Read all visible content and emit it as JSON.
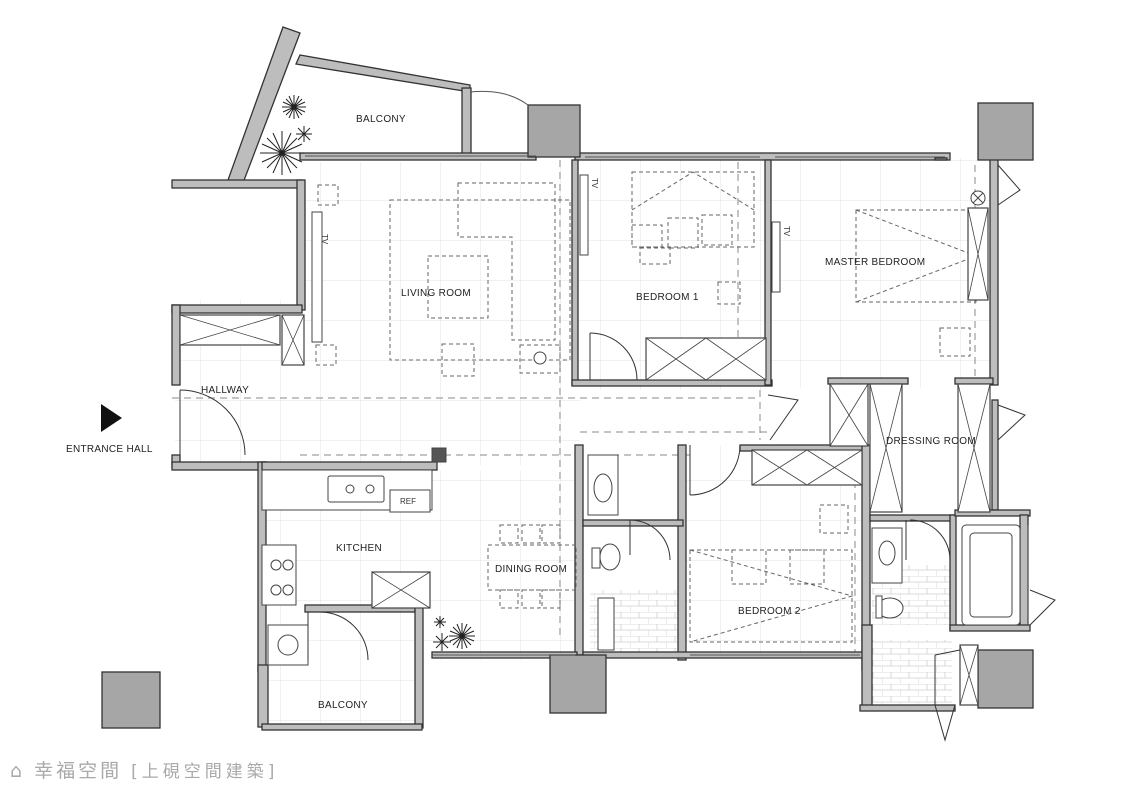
{
  "plan": {
    "rooms": {
      "balcony_top": "BALCONY",
      "living_room": "LIVING ROOM",
      "bedroom1": "BEDROOM 1",
      "master_bedroom": "MASTER BEDROOM",
      "hallway": "HALLWAY",
      "entrance_hall": "ENTRANCE HALL",
      "dressing_room": "DRESSING ROOM",
      "kitchen": "KITCHEN",
      "dining_room": "DINING ROOM",
      "bedroom2": "BEDROOM 2",
      "balcony_bottom": "BALCONY",
      "ref": "REF"
    },
    "tv_label": "TV"
  },
  "watermark": {
    "brand": "幸福空間",
    "studio": "[上硯空間建築]"
  },
  "colors": {
    "wall_fill": "#bdbdbd",
    "column_fill": "#a6a6a6",
    "line": "#333333",
    "dashed": "#888888",
    "tile": "#e2e2e2",
    "watermark": "#a9a9a9"
  }
}
